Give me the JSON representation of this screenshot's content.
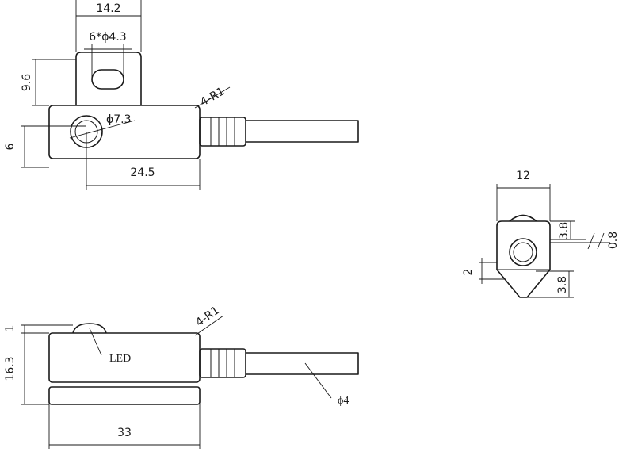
{
  "top_view": {
    "dim_width": "14.2",
    "dim_slot": "6*ϕ4.3",
    "dim_height": "9.6",
    "dim_radius": "4-R1",
    "dim_hole": "ϕ7.3",
    "dim_body_height": "6",
    "dim_length": "24.5"
  },
  "side_view": {
    "dim_top": "1",
    "dim_height": "16.3",
    "dim_radius": "4-R1",
    "led_label": "LED",
    "dim_cable": "ϕ4",
    "dim_length": "33"
  },
  "end_view": {
    "dim_width": "12",
    "dim_top_offset": "3.8",
    "dim_gap": "0.8",
    "dim_bottom_offset": "3.8",
    "dim_base": "2"
  }
}
